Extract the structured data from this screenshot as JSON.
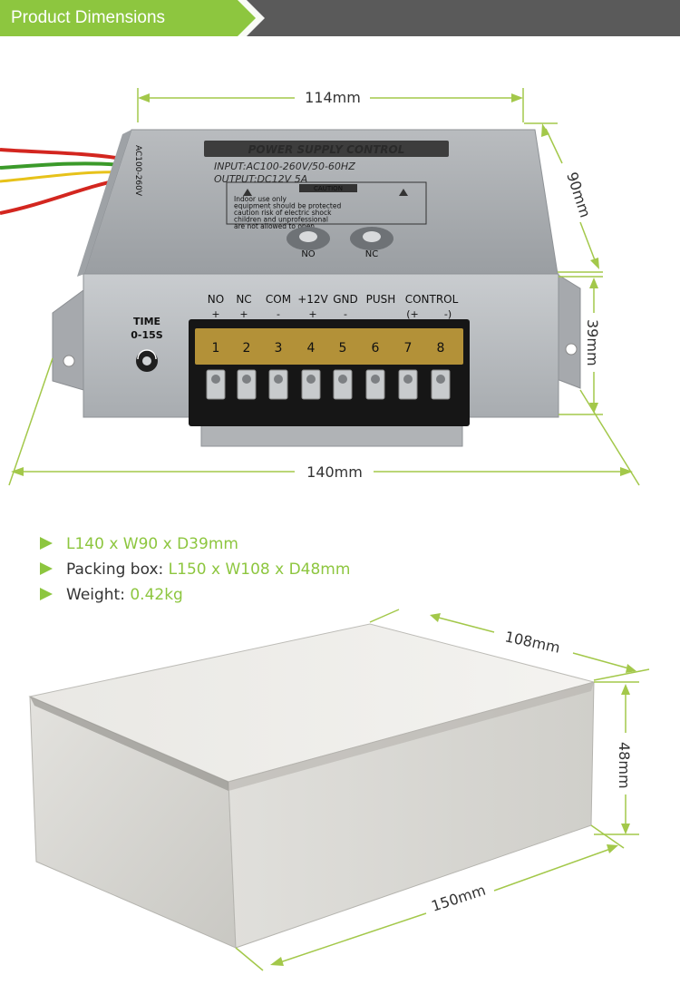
{
  "header": {
    "title": "Product Dimensions"
  },
  "colors": {
    "header_bg": "#5a5a5a",
    "header_accent": "#8dc63f",
    "accent": "#8dc63f",
    "dim_line": "#a3c84a"
  },
  "device": {
    "label_title": "POWER SUPPLY CONTROL",
    "label_input": "INPUT:AC100-260V/50-60HZ",
    "label_output": "OUTPUT:DC12V 5A",
    "caution": "CAUTION",
    "warning_lines": [
      "Indoor use only",
      "equipment should be protected",
      "caution risk of electric shock",
      "children and unprofessional",
      "are not allowed to open."
    ],
    "button_no": "NO",
    "button_nc": "NC",
    "time_label": "TIME",
    "time_range": "0-15S",
    "side_text": "AC100-260V",
    "terminals": {
      "labels": [
        "NO",
        "NC",
        "COM",
        "+12V",
        "GND",
        "PUSH",
        "CONTROL"
      ],
      "signs": [
        "+",
        "+",
        "-",
        "+",
        "-",
        "(+",
        "-)"
      ],
      "numbers": [
        "1",
        "2",
        "3",
        "4",
        "5",
        "6",
        "7",
        "8"
      ]
    }
  },
  "dimensions": {
    "device_width": "114mm",
    "device_depth": "90mm",
    "device_height": "39mm",
    "device_length": "140mm",
    "box_width": "108mm",
    "box_height": "48mm",
    "box_length": "150mm"
  },
  "specs": [
    {
      "label": "L140 x W90 x D39mm",
      "value": ""
    },
    {
      "label": "Packing box: ",
      "value": "L150 x W108 x D48mm"
    },
    {
      "label": "Weight: ",
      "value": "0.42kg"
    }
  ]
}
